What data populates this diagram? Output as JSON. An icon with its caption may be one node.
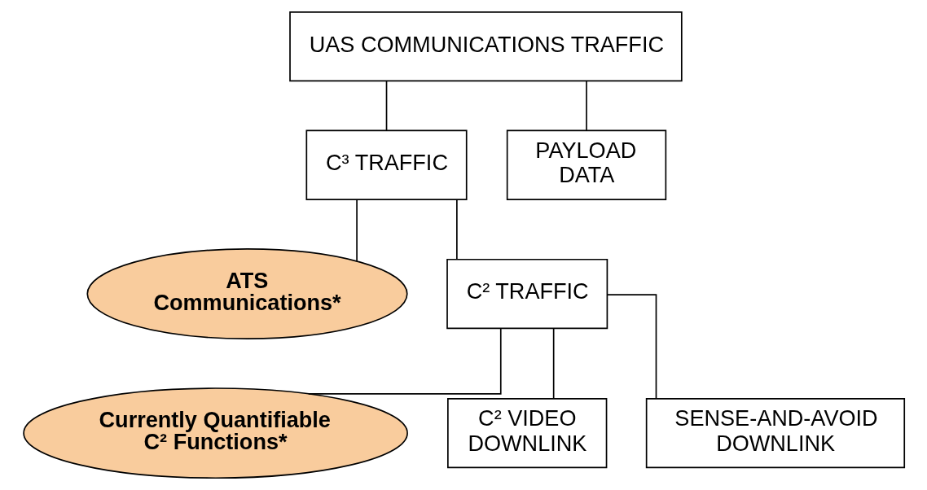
{
  "diagram": {
    "nodes": [
      {
        "text": [
          "UAS COMMUNICATIONS TRAFFIC"
        ]
      },
      {
        "text": [
          "C³ TRAFFIC"
        ]
      },
      {
        "text": [
          "PAYLOAD DATA"
        ]
      },
      {
        "text": [
          "ATS Communications*"
        ]
      },
      {
        "text": [
          "C² TRAFFIC"
        ]
      },
      {
        "text": [
          "Currently Quantifiable C² Functions*"
        ]
      },
      {
        "text": [
          "C² VIDEO DOWNLINK"
        ]
      },
      {
        "text": [
          "SENSE-AND-AVOID DOWNLINK"
        ]
      }
    ],
    "edges": [
      {
        "from": 0,
        "to": 1,
        "arrow": "none"
      },
      {
        "from": 0,
        "to": 2,
        "arrow": "none"
      },
      {
        "from": 1,
        "to": 3,
        "arrow": "none"
      },
      {
        "from": 1,
        "to": 4,
        "arrow": "none"
      },
      {
        "from": 4,
        "to": 5,
        "arrow": "none"
      },
      {
        "from": 4,
        "to": 6,
        "arrow": "none"
      },
      {
        "from": 4,
        "to": 7,
        "arrow": "none"
      }
    ]
  }
}
